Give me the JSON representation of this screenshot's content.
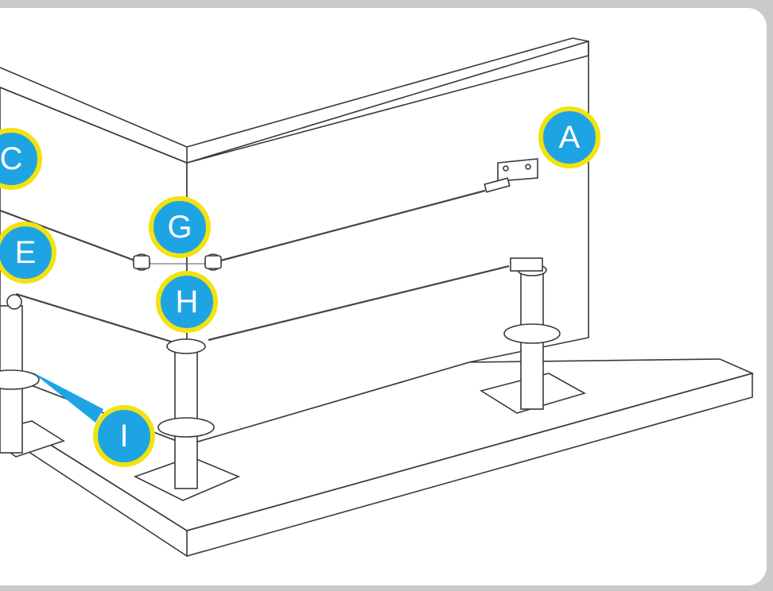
{
  "callouts": {
    "a": "A",
    "c": "C",
    "e": "E",
    "g": "G",
    "h": "H",
    "i": "I"
  },
  "colors": {
    "badge_fill": "#1fa4e3",
    "badge_border": "#f2e20f",
    "frame": "#c9cacc",
    "line": "#3a3a3a"
  }
}
